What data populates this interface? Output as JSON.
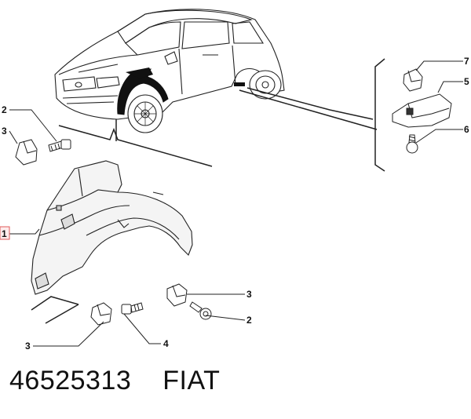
{
  "callouts": {
    "c1": "1",
    "c2_top": "2",
    "c3_top": "3",
    "c3_bottom_right": "3",
    "c2_bottom_right": "2",
    "c3_bottom_left": "3",
    "c4": "4",
    "c5": "5",
    "c6": "6",
    "c7": "7"
  },
  "caption": {
    "part_number": "46525313",
    "brand": "FIAT"
  },
  "colors": {
    "line": "#222222",
    "highlight": "#e05a5a",
    "liner_fill": "#f4f4f4",
    "car_fill": "#ffffff"
  }
}
